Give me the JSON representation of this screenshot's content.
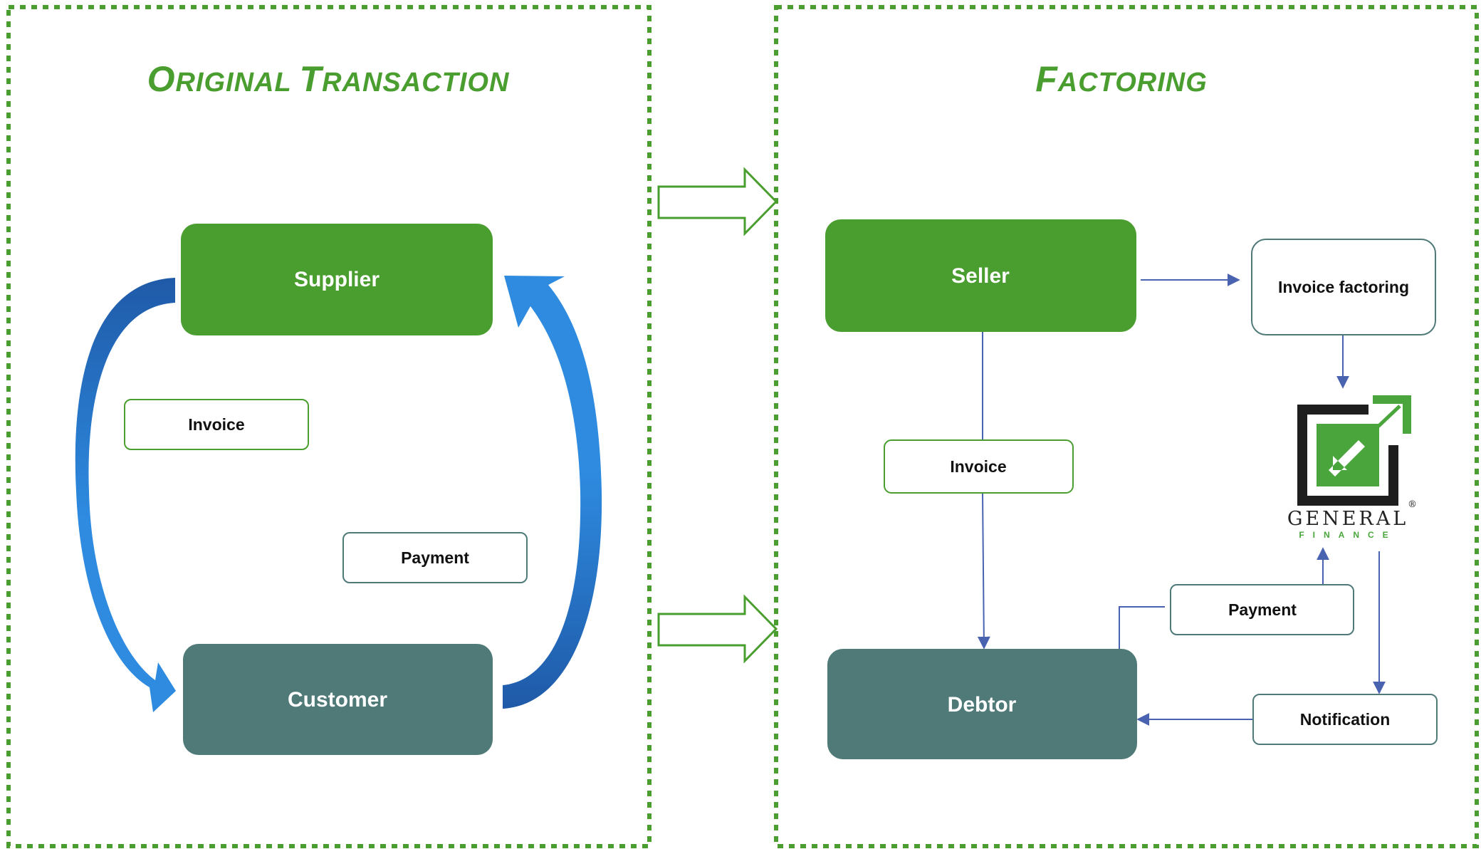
{
  "colors": {
    "panel_border": "#4a9e2f",
    "title": "#4a9e2f",
    "green_node": "#4a9e2f",
    "teal_node": "#4f7a78",
    "connector": "#4a63b0",
    "cycle_arrow_dark": "#1f5aa8",
    "cycle_arrow_light": "#2e8be0",
    "logo_green": "#4aa63c"
  },
  "left_panel": {
    "title_cap1": "O",
    "title_rest1": "RIGINAL ",
    "title_cap2": "T",
    "title_rest2": "RANSACTION",
    "supplier": "Supplier",
    "customer": "Customer",
    "invoice": "Invoice",
    "payment": "Payment"
  },
  "right_panel": {
    "title_cap": "F",
    "title_rest": "ACTORING",
    "seller": "Seller",
    "debtor": "Debtor",
    "invoice_factoring": "Invoice factoring",
    "invoice": "Invoice",
    "payment": "Payment",
    "notification": "Notification"
  },
  "logo": {
    "name": "GENERAL",
    "sub": "FINANCE",
    "mark": "®"
  },
  "icons": {
    "transition_arrows": "hollow-right-arrow-icon",
    "cycle_arrows": "curved-arrow-icon",
    "logo": "general-finance-logo-icon"
  }
}
